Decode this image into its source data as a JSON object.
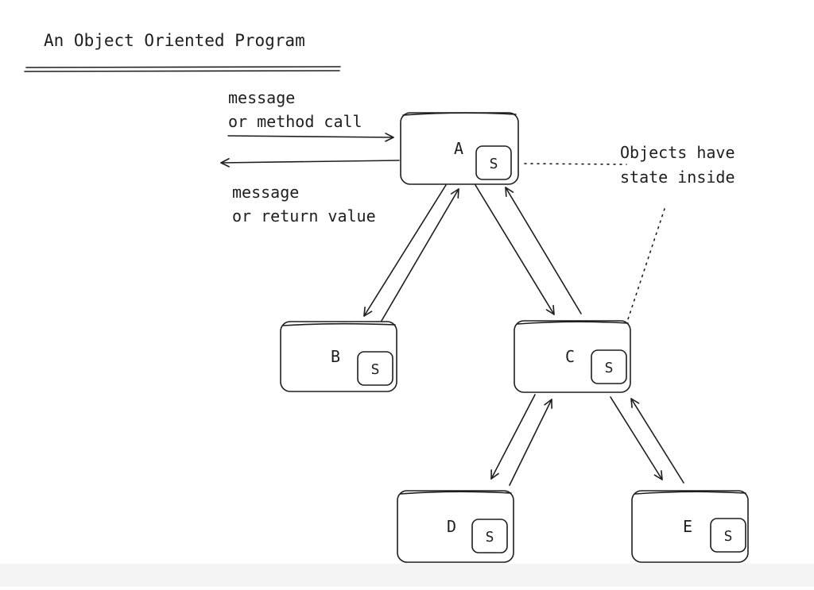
{
  "diagram": {
    "title": "An Object Oriented Program",
    "labels": {
      "call_line1": "message",
      "call_line2": "or method call",
      "return_line1": "message",
      "return_line2": "or return value",
      "note_line1": "Objects have",
      "note_line2": "state inside"
    },
    "nodes": [
      {
        "id": "A",
        "label": "A",
        "state": "S"
      },
      {
        "id": "B",
        "label": "B",
        "state": "S"
      },
      {
        "id": "C",
        "label": "C",
        "state": "S"
      },
      {
        "id": "D",
        "label": "D",
        "state": "S"
      },
      {
        "id": "E",
        "label": "E",
        "state": "S"
      }
    ],
    "edges": [
      {
        "from": "A",
        "to": "B"
      },
      {
        "from": "A",
        "to": "C"
      },
      {
        "from": "C",
        "to": "D"
      },
      {
        "from": "C",
        "to": "E"
      }
    ]
  }
}
